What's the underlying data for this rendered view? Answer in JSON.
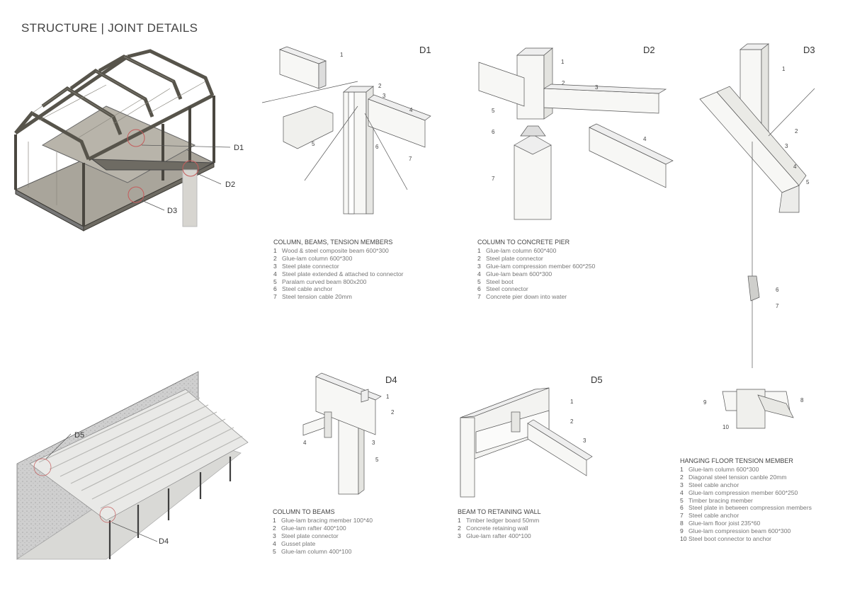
{
  "title": "STRUCTURE | JOINT DETAILS",
  "detail_labels": {
    "d1": "D1",
    "d2": "D2",
    "d3": "D3",
    "d4": "D4",
    "d5": "D5"
  },
  "callouts": {
    "d1": "D1",
    "d2": "D2",
    "d3": "D3",
    "d4": "D4",
    "d5": "D5"
  },
  "legends": {
    "d1": {
      "heading": "COLUMN, BEAMS, TENSION MEMBERS",
      "items": [
        {
          "n": "1",
          "t": "Wood & steel composite beam 600*300"
        },
        {
          "n": "2",
          "t": "Glue-lam column 600*300"
        },
        {
          "n": "3",
          "t": "Steel plate connector"
        },
        {
          "n": "4",
          "t": "Steel plate extended & attached to connector"
        },
        {
          "n": "5",
          "t": "Paralam curved beam 800x200"
        },
        {
          "n": "6",
          "t": "Steel cable anchor"
        },
        {
          "n": "7",
          "t": "Steel tension cable 20mm"
        }
      ]
    },
    "d2": {
      "heading": "COLUMN TO CONCRETE PIER",
      "items": [
        {
          "n": "1",
          "t": "Glue-lam column 600*400"
        },
        {
          "n": "2",
          "t": "Steel plate connector"
        },
        {
          "n": "3",
          "t": "Glue-lam compression member 600*250"
        },
        {
          "n": "4",
          "t": "Glue-lam beam 600*300"
        },
        {
          "n": "5",
          "t": "Steel boot"
        },
        {
          "n": "6",
          "t": "Steel connector"
        },
        {
          "n": "7",
          "t": "Concrete pier down into water"
        }
      ]
    },
    "d3": {
      "heading": "HANGING FLOOR TENSION MEMBER",
      "items": [
        {
          "n": "1",
          "t": "Glue-lam column 600*300"
        },
        {
          "n": "2",
          "t": "Diagonal steel tension canble 20mm"
        },
        {
          "n": "3",
          "t": "Steel cable anchor"
        },
        {
          "n": "4",
          "t": "Glue-lam compression member 600*250"
        },
        {
          "n": "5",
          "t": "Timber bracing member"
        },
        {
          "n": "6",
          "t": "Steel plate in between compression members"
        },
        {
          "n": "7",
          "t": "Steel cable anchor"
        },
        {
          "n": "8",
          "t": "Glue-lam floor joist 235*60"
        },
        {
          "n": "9",
          "t": "Glue-lam compression beam 600*300"
        },
        {
          "n": "10",
          "t": "Steel boot connector to anchor"
        }
      ]
    },
    "d4": {
      "heading": "COLUMN TO BEAMS",
      "items": [
        {
          "n": "1",
          "t": "Glue-lam bracing member 100*40"
        },
        {
          "n": "2",
          "t": "Glue-lam rafter 400*100"
        },
        {
          "n": "3",
          "t": "Steel plate connector"
        },
        {
          "n": "4",
          "t": "Gusset plate"
        },
        {
          "n": "5",
          "t": "Glue-lam column 400*100"
        }
      ]
    },
    "d5": {
      "heading": "BEAM TO RETAINING WALL",
      "items": [
        {
          "n": "1",
          "t": "Timber ledger board 50mm"
        },
        {
          "n": "2",
          "t": "Concrete retaining wall"
        },
        {
          "n": "3",
          "t": "Glue-lam rafter 400*100"
        }
      ]
    }
  }
}
